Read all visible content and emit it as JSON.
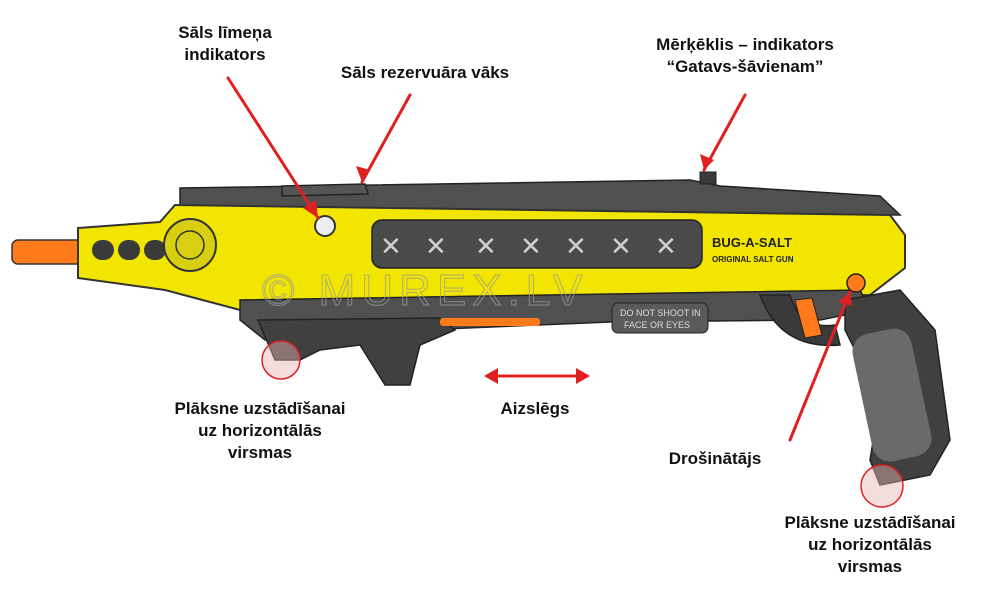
{
  "labels": {
    "salt_level": [
      "Sāls līmeņa",
      "indikators"
    ],
    "reservoir_cap": "Sāls rezervuāra vāks",
    "sight": [
      "Mērķēklis – indikators",
      "“Gatavs-šāvienam”"
    ],
    "pad_left": [
      "Plāksne uzstādīšanai",
      "uz horizontālās",
      "virsmas"
    ],
    "slide": "Aizslēgs",
    "safety": "Drošinātājs",
    "pad_right": [
      "Plāksne uzstādīšanai",
      "uz horizontālās",
      "virsmas"
    ]
  },
  "gun_text": {
    "brand": "BUG-A-SALT",
    "brand_sub": "ORIGINAL SALT GUN",
    "warning": [
      "DO NOT SHOOT IN",
      "FACE OR EYES"
    ]
  },
  "watermark": "© MUREX.LV",
  "colors": {
    "arrow": "#e02020",
    "body_yellow": "#f2e600",
    "dark": "#3c3c3c",
    "muzzle": "#ff7a1a"
  }
}
